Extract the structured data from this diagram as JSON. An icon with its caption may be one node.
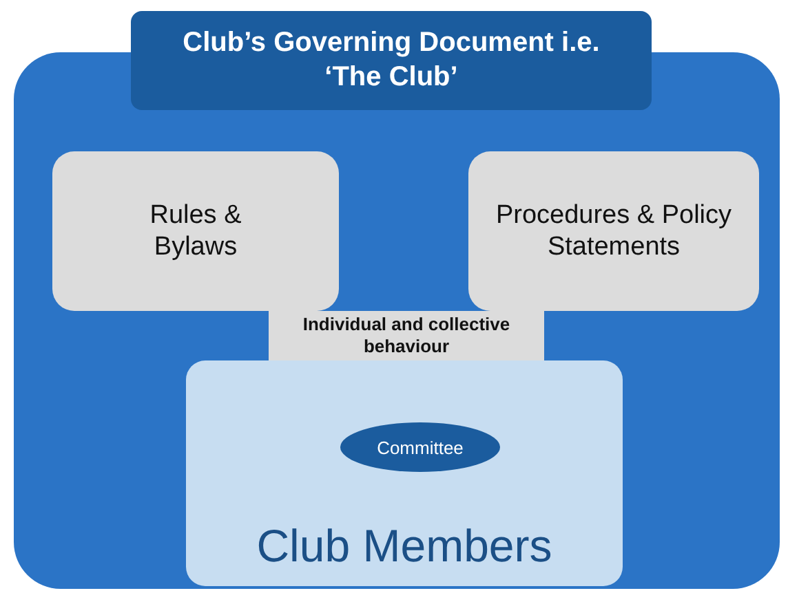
{
  "diagram": {
    "nodes": [
      {
        "text": [
          "Club’s Governing Document i.e. ‘The Club’"
        ]
      },
      {
        "text": [
          "Rules & Bylaws"
        ],
        "in": 0
      },
      {
        "text": [
          "Procedures & Policy Statements"
        ],
        "in": 0
      },
      {
        "text": [
          "Individual and collective behaviour"
        ],
        "in": 0
      },
      {
        "text": [
          "Club Members"
        ],
        "in": 0
      },
      {
        "text": [
          "Committee"
        ],
        "in": 4
      }
    ]
  }
}
